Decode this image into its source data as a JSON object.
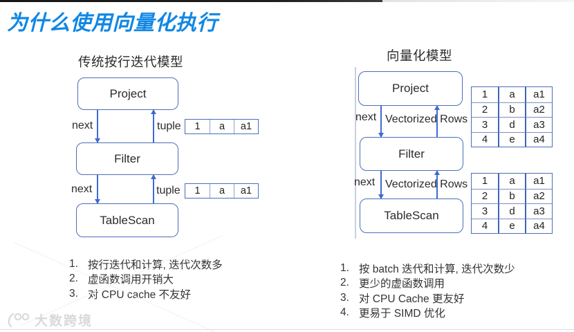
{
  "title": "为什么使用向量化执行",
  "left": {
    "heading": "传统按行迭代模型",
    "box_project": "Project",
    "box_filter": "Filter",
    "box_tablescan": "TableScan",
    "label_next": "next",
    "label_tuple": "tuple",
    "tuples": [
      [
        "1",
        "a",
        "a1"
      ],
      [
        "1",
        "a",
        "a1"
      ]
    ],
    "notes": [
      {
        "num": "1.",
        "text": "按行迭代和计算, 迭代次数多"
      },
      {
        "num": "2.",
        "text": "虚函数调用开销大"
      },
      {
        "num": "3.",
        "text": "对 CPU cache 不友好"
      }
    ]
  },
  "right": {
    "heading": "向量化模型",
    "box_project": "Project",
    "box_filter": "Filter",
    "box_tablescan": "TableScan",
    "label_next": "next",
    "label_vrows": "Vectorized Rows",
    "tables": [
      [
        [
          "1",
          "a",
          "a1"
        ],
        [
          "2",
          "b",
          "a2"
        ],
        [
          "3",
          "d",
          "a3"
        ],
        [
          "4",
          "e",
          "a4"
        ]
      ],
      [
        [
          "1",
          "a",
          "a1"
        ],
        [
          "2",
          "b",
          "a2"
        ],
        [
          "3",
          "d",
          "a3"
        ],
        [
          "4",
          "e",
          "a4"
        ]
      ]
    ],
    "notes": [
      {
        "num": "1.",
        "text": "按 batch 迭代和计算, 迭代次数少"
      },
      {
        "num": "2.",
        "text": "更少的虚函数调用"
      },
      {
        "num": "3.",
        "text": "对 CPU Cache 更友好"
      },
      {
        "num": "4.",
        "text": "更易于 SIMD 优化"
      }
    ]
  },
  "watermark": {
    "text": "大数跨境"
  },
  "colors": {
    "title_blue": "#1187e4",
    "box_border_blue": "#4a6db8",
    "arrow_blue": "#3e6ad2",
    "body_text": "#2b2b2b",
    "watermark_gray": "#d9d9d9"
  }
}
